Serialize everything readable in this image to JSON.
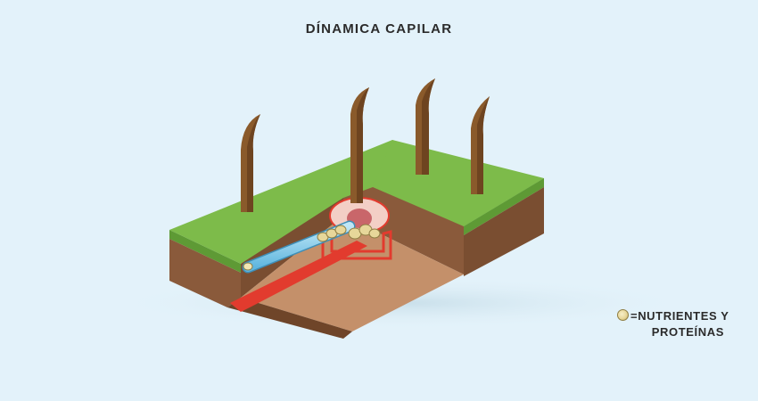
{
  "title": "DÍNAMICA CAPILAR",
  "legend": {
    "icon": "nutrient-granule-icon",
    "line1": "=NUTRIENTES Y",
    "line2": "PROTEÍNAS"
  },
  "colors": {
    "background": "#e3f2fa",
    "grass": "#7dbb4a",
    "grass_side": "#5e9a35",
    "soil": "#8a5a3b",
    "soil_floor": "#c4906a",
    "stem": "#8a5a2b",
    "capillary": "#e23b2e",
    "root_tube": "#7ac6ea",
    "nutrients": "#e7d79a"
  }
}
